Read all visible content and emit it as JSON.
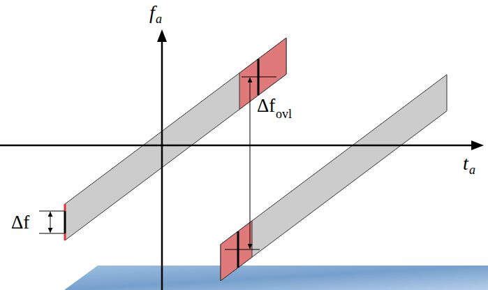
{
  "diagram": {
    "labels": [
      "f",
      "a",
      "t",
      "a",
      "Δf",
      "Δf",
      "ovl"
    ]
  }
}
